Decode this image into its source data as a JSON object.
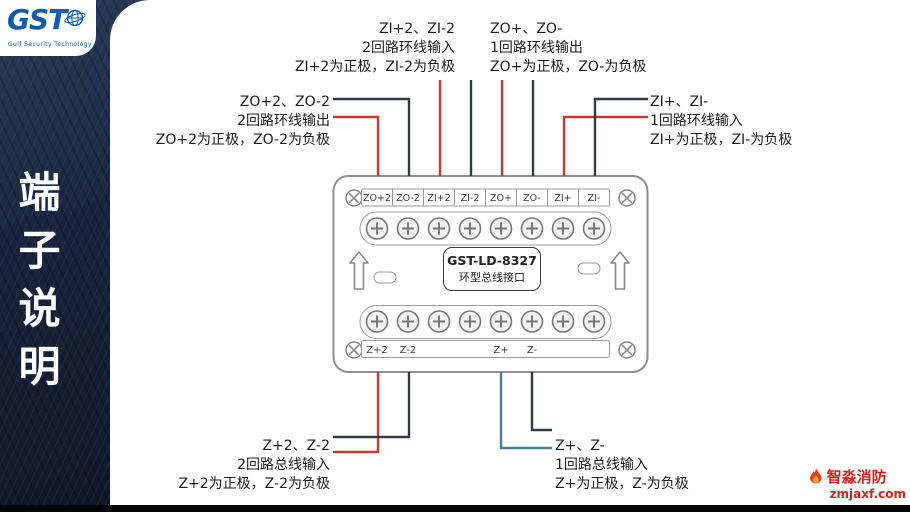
{
  "sidebar": {
    "title": "端子说明"
  },
  "logo": {
    "text": "GST",
    "subtext": "Gulf Security Technology"
  },
  "device": {
    "model": "GST-LD-8327",
    "name": "环型总线接口",
    "top_labels": [
      "ZO+2",
      "ZO-2",
      "ZI+2",
      "ZI-2",
      "ZO+",
      "ZO-",
      "ZI+",
      "ZI-"
    ],
    "bottom_labels": [
      "Z+2",
      "Z-2",
      "Z+",
      "Z-"
    ]
  },
  "annotations": {
    "top_left": {
      "terminals": "ZO+2、ZO-2",
      "desc": "2回路环线输出",
      "polarity": "ZO+2为正极，ZO-2为负极"
    },
    "top_mid_left": {
      "terminals": "ZI+2、ZI-2",
      "desc": "2回路环线输入",
      "polarity": "ZI+2为正极，ZI-2为负极"
    },
    "top_mid_right": {
      "terminals": "ZO+、ZO-",
      "desc": "1回路环线输出",
      "polarity": "ZO+为正极，ZO-为负极"
    },
    "top_right": {
      "terminals": "ZI+、ZI-",
      "desc": "1回路环线输入",
      "polarity": "ZI+为正极，ZI-为负极"
    },
    "bottom_left": {
      "terminals": "Z+2、Z-2",
      "desc": "2回路总线输入",
      "polarity": "Z+2为正极，Z-2为负极"
    },
    "bottom_right": {
      "terminals": "Z+、Z-",
      "desc": "1回路总线输入",
      "polarity": "Z+为正极，Z-为负极"
    }
  },
  "watermark": {
    "brand": "智淼消防",
    "site": "zmjaxf.com"
  },
  "colors": {
    "wire_positive": "#c43a2f",
    "wire_negative": "#333a40",
    "wire_bus": "#46809f",
    "sidebar_bg": "#18253e",
    "logo_blue": "#0f5cad",
    "watermark_red": "#d2251f"
  }
}
